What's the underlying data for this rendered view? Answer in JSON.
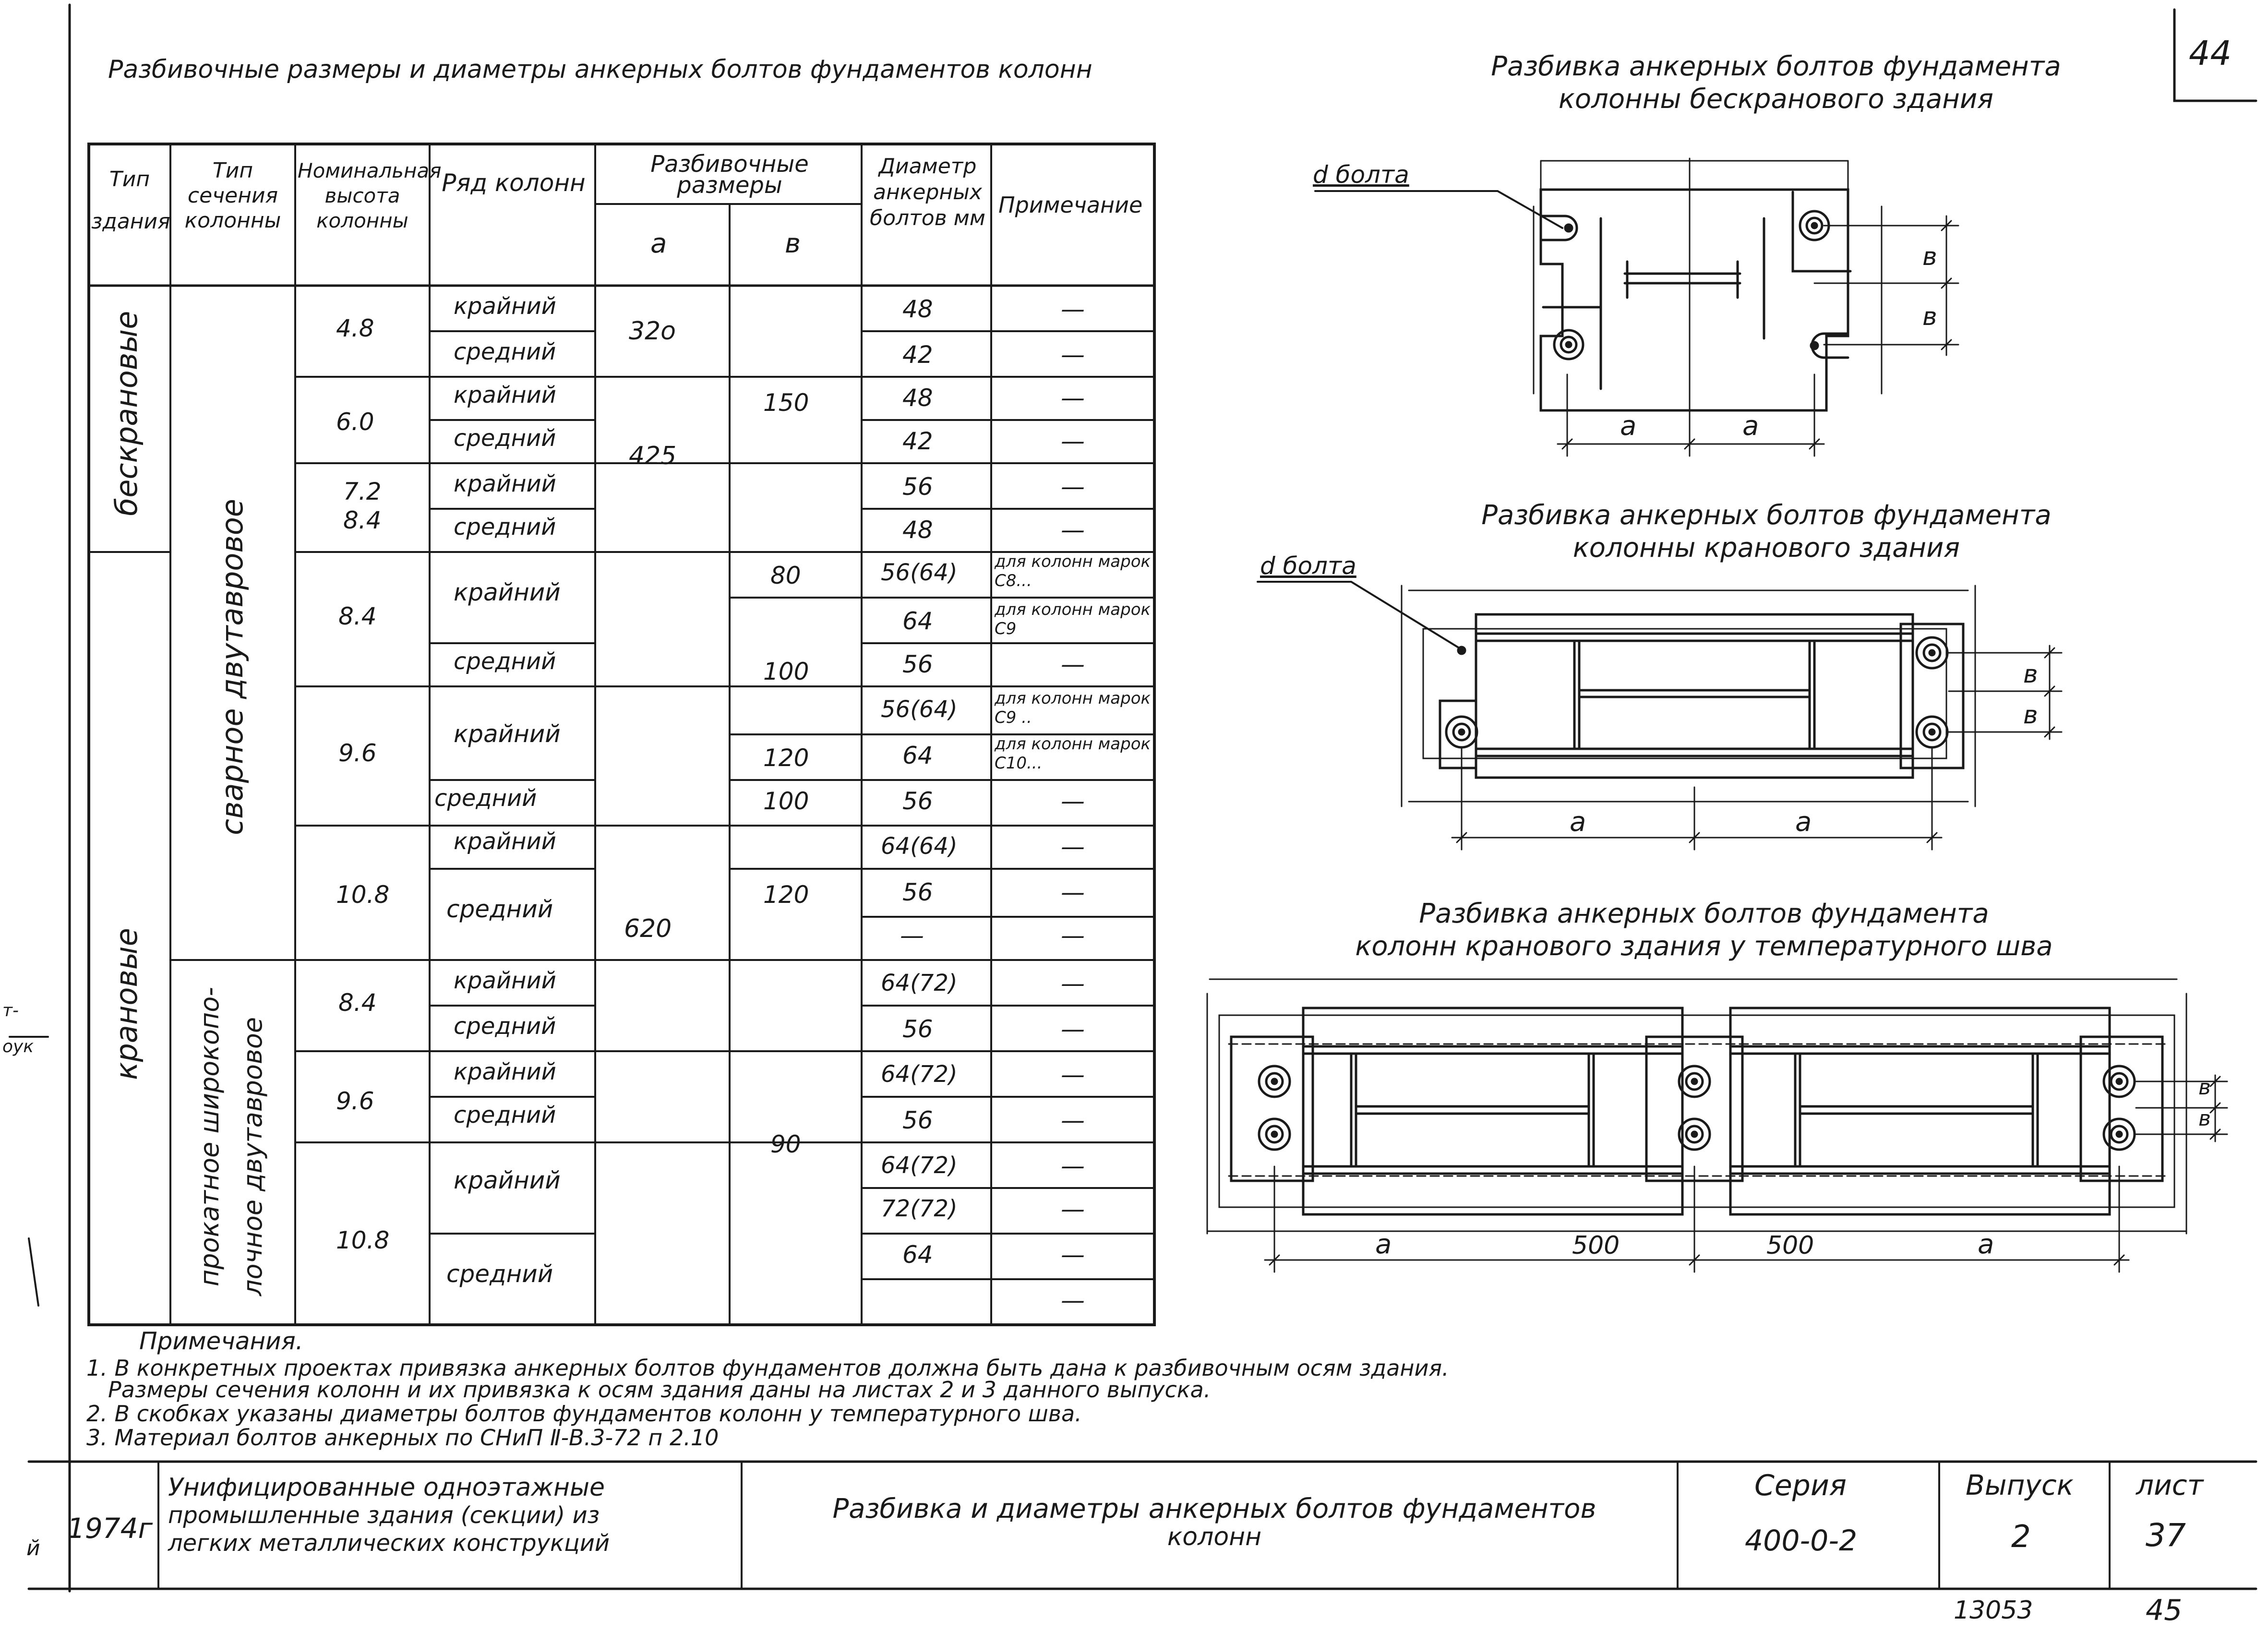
{
  "sheet": {
    "corner_number": "44",
    "table_title": "Разбивочные размеры и диаметры анкерных болтов фундаментов колонн",
    "bottom_code": "13053",
    "bottom_page": "45"
  },
  "table": {
    "headers": {
      "building_type": "Тип здания",
      "section_type": "Тип сечения колонны",
      "nominal_height": "Номинальная высота колонны",
      "row": "Ряд колонн",
      "layout": "Разбивочные размеры",
      "a": "а",
      "b": "в",
      "diameter": "Диаметр анкерных болтов мм",
      "note": "Примечание"
    },
    "building_types": [
      "бескрановые",
      "крановые"
    ],
    "section_types": [
      "сварное двутавровое",
      "прокатное широкопо-лочное двутавровое"
    ],
    "heights": [
      "4.8",
      "6.0",
      "7.2",
      "8.4",
      "8.4",
      "9.6",
      "10.8",
      "8.4",
      "9.6",
      "10.8"
    ],
    "rows": [
      "крайний",
      "средний",
      "крайний",
      "средний",
      "крайний",
      "средний",
      "крайний",
      "средний",
      "крайний",
      "средний",
      "крайний",
      "средний",
      "крайний",
      "средний",
      "крайний",
      "средний",
      "крайний",
      "средний"
    ],
    "a_values": [
      "32о",
      "425",
      "620"
    ],
    "b_values": [
      "150",
      "80",
      "100",
      "120",
      "100",
      "120",
      "90"
    ],
    "diameters": [
      "48",
      "42",
      "48",
      "42",
      "56",
      "48",
      "56(64)",
      "64",
      "56",
      "56(64)",
      "64",
      "56",
      "64(64)",
      "56",
      "—",
      "64(72)",
      "56",
      "64(72)",
      "56",
      "64(72)",
      "72(72)",
      "64"
    ],
    "notes": [
      "—",
      "—",
      "—",
      "—",
      "—",
      "—",
      "для колонн марок С8...",
      "для колонн марок С9",
      "—",
      "для колонн марок С9 ..",
      "для колонн марок С10...",
      "—",
      "—",
      "—",
      "—",
      "—",
      "—",
      "—",
      "—",
      "—",
      "—",
      "—",
      "—"
    ]
  },
  "drawings": {
    "d1_title_1": "Разбивка анкерных болтов фундамента",
    "d1_title_2": "колонны бескранового здания",
    "d2_title_1": "Разбивка анкерных болтов фундамента",
    "d2_title_2": "колонны кранового здания",
    "d3_title_1": "Разбивка анкерных болтов фундамента",
    "d3_title_2": "колонн кранового здания у температурного шва",
    "bolt_label": "d болта",
    "dim_a": "а",
    "dim_b": "в",
    "dim_500": "500"
  },
  "notes": {
    "heading": "Примечания.",
    "n1": "1. В конкретных проектах привязка анкерных болтов фундаментов должна быть дана к разбивочным осям здания.",
    "n1b": "Размеры сечения колонн и их привязка к осям здания даны на листах 2 и 3 данного выпуска.",
    "n2": "2. В скобках указаны диаметры болтов фундаментов колонн у температурного шва.",
    "n3": "3. Материал болтов анкерных по СНиП Ⅱ-В.3-72 п 2.10"
  },
  "title_block": {
    "year": "1974г",
    "org_1": "Унифицированные одноэтажные",
    "org_2": "промышленные здания (секции) из",
    "org_3": "легких металлических конструкций",
    "title_1": "Разбивка и диаметры анкерных болтов фундаментов",
    "title_2": "колонн",
    "series_label": "Серия",
    "series": "400-0-2",
    "issue_label": "Выпуск",
    "issue": "2",
    "sheet_label": "лист",
    "sheet": "37"
  },
  "margin_marks": {
    "m1": "т-",
    "m2": "оук",
    "m3": "й"
  }
}
